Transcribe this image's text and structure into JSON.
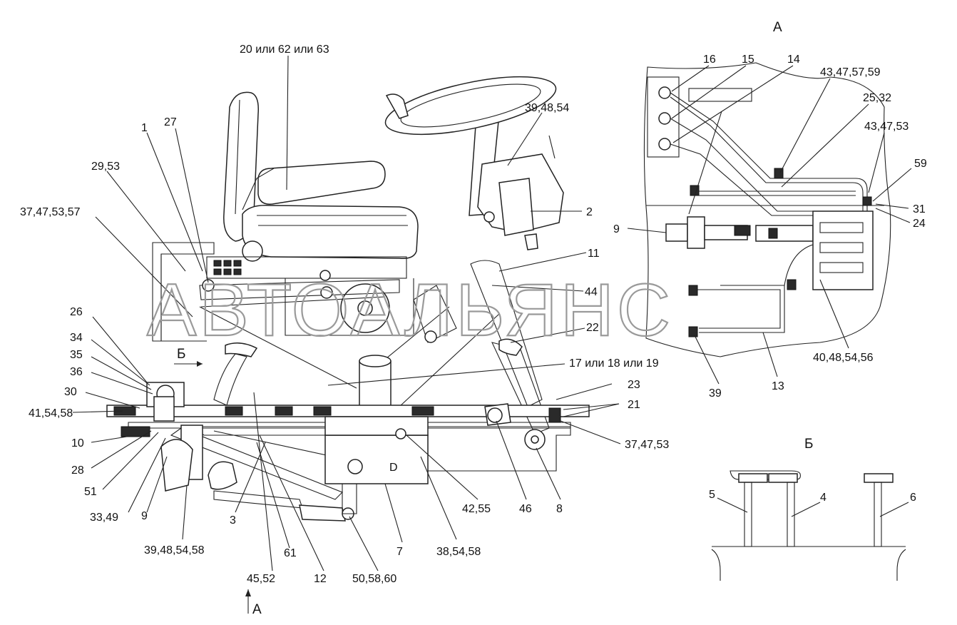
{
  "watermark": "АВТОАЛЬЯНС",
  "views": {
    "view_a_title": "А",
    "view_b_title": "Б",
    "arrow_b": "Б",
    "arrow_a": "А"
  },
  "main_labels": {
    "l_20": "20 или 62 или 63",
    "l_27": "27",
    "l_1": "1",
    "l_29": "29,53",
    "l_37a": "37,47,53,57",
    "l_26": "26",
    "l_34": "34",
    "l_35": "35",
    "l_36": "36",
    "l_30": "30",
    "l_41": "41,54,58",
    "l_10": "10",
    "l_28": "28",
    "l_51": "51",
    "l_33": "33,49",
    "l_9": "9",
    "l_3": "3",
    "l_39b": "39,48,54,58",
    "l_61": "61",
    "l_45": "45,52",
    "l_12": "12",
    "l_50": "50,58,60",
    "l_7": "7",
    "l_38": "38,54,58",
    "l_42": "42,55",
    "l_46": "46",
    "l_8": "8",
    "l_37b": "37,47,53",
    "l_21": "21",
    "l_23": "23",
    "l_17": "17 или 18 или 19",
    "l_22": "22",
    "l_44": "44",
    "l_11": "11",
    "l_2": "2",
    "l_39a": "39,48,54"
  },
  "view_a_labels": {
    "a_16": "16",
    "a_15": "15",
    "a_14": "14",
    "a_43a": "43,47,57,59",
    "a_25": "25,32",
    "a_43b": "43,47,53",
    "a_59": "59",
    "a_31": "31",
    "a_24": "24",
    "a_9": "9",
    "a_40": "40,48,54,56",
    "a_13": "13",
    "a_39": "39"
  },
  "view_b_labels": {
    "b_5": "5",
    "b_4": "4",
    "b_6": "6"
  }
}
